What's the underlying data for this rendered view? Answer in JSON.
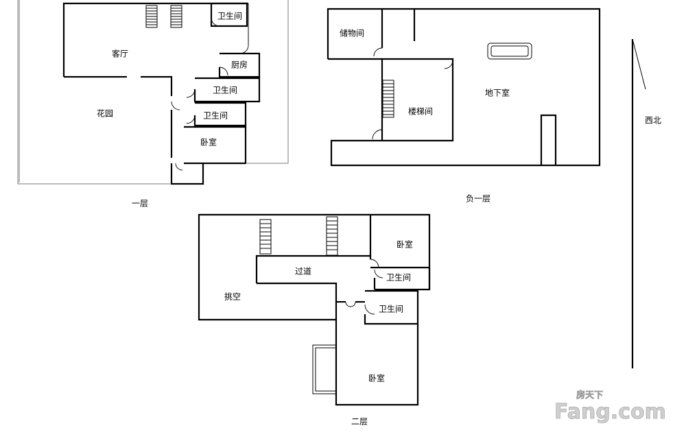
{
  "rooms": {
    "f1_bath_top": "卫生间",
    "f1_living": "客厅",
    "f1_kitchen": "厨房",
    "f1_bath_mid": "卫生间",
    "f1_garden": "花园",
    "f1_bath_low": "卫生间",
    "f1_bedroom": "卧室",
    "b1_storage": "储物间",
    "b1_stairwell": "楼梯间",
    "b1_basement": "地下室",
    "f2_bedroom_top": "卧室",
    "f2_corridor": "过道",
    "f2_bath_upper": "卫生间",
    "f2_void": "挑空",
    "f2_bath_lower": "卫生间",
    "f2_bedroom_bottom": "卧室"
  },
  "floor_labels": {
    "first": "一层",
    "basement": "负一层",
    "second": "二层"
  },
  "compass": {
    "label": "西北"
  },
  "watermark": {
    "small": "房天下",
    "brand": "Fang.com"
  }
}
